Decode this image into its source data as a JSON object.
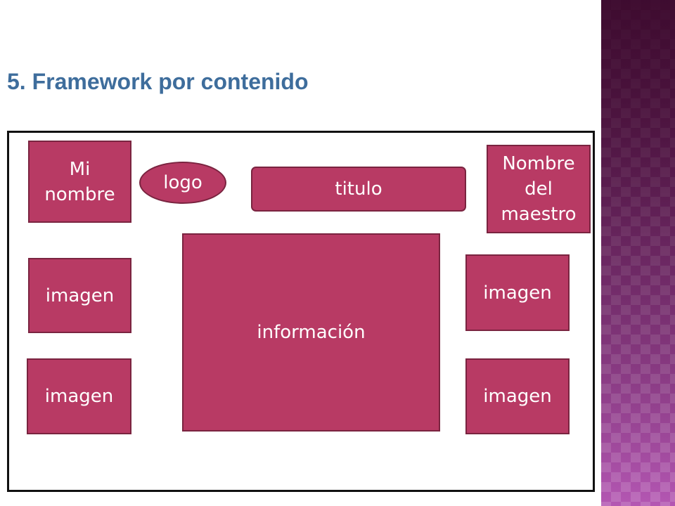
{
  "slide": {
    "title": "5. Framework por contenido"
  },
  "boxes": {
    "mi_nombre": "Mi nombre",
    "logo": "logo",
    "titulo": "titulo",
    "nombre_maestro": "Nombre del maestro",
    "imagen_left_top": "imagen",
    "imagen_left_bottom": "imagen",
    "informacion": "información",
    "imagen_right_top": "imagen",
    "imagen_right_bottom": "imagen"
  },
  "colors": {
    "title": "#3e6d9c",
    "box_fill": "#b83a64",
    "box_border": "#7a2440",
    "frame_border": "#111111",
    "side_band": "#9a3a8e"
  }
}
